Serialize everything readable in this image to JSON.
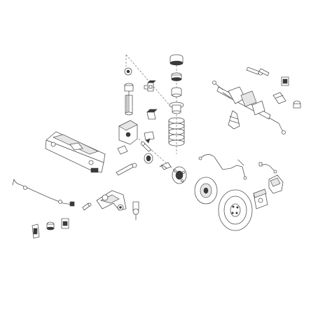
{
  "diagram": {
    "background": "#ffffff",
    "line_color": "#555555",
    "dark_color": "#3a3a3a",
    "parts": [
      "coil-spring",
      "spring-top-mount",
      "shock-absorber",
      "strut-bushing",
      "steering-rack",
      "tie-rod",
      "tie-rod-end",
      "rack-boot",
      "subframe",
      "control-arm",
      "stabilizer-bar",
      "stabilizer-link",
      "brake-disc",
      "dust-shield",
      "wheel-hub",
      "brake-caliper",
      "brake-hose",
      "abs-sensor-cable",
      "brake-pads",
      "bushing",
      "bracket"
    ]
  }
}
